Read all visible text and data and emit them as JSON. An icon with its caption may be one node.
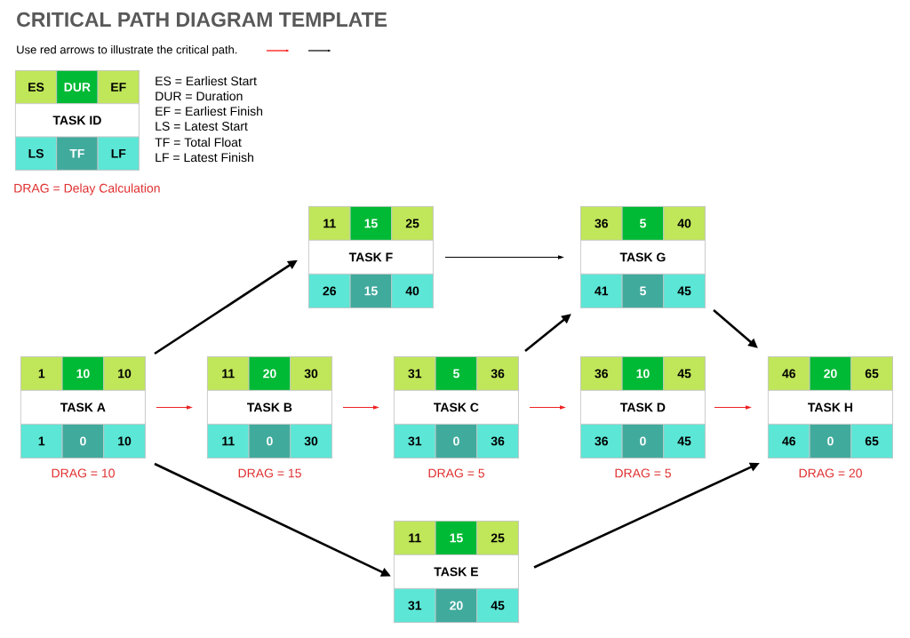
{
  "diagram": {
    "title": "CRITICAL PATH DIAGRAM TEMPLATE",
    "nodes": [
      {
        "text": [
          "ES",
          "DUR",
          "EF",
          "TASK ID",
          "LS",
          "TF",
          "LF"
        ]
      },
      {
        "text": [
          "11",
          "15",
          "25",
          "TASK F",
          "26",
          "15",
          "40"
        ]
      },
      {
        "text": [
          "36",
          "5",
          "40",
          "TASK G",
          "41",
          "5",
          "45"
        ]
      },
      {
        "text": [
          "1",
          "10",
          "10",
          "TASK A",
          "1",
          "0",
          "10"
        ],
        "beside": [
          "DRAG = 10"
        ]
      },
      {
        "text": [
          "11",
          "20",
          "30",
          "TASK B",
          "11",
          "0",
          "30"
        ],
        "beside": [
          "DRAG = 15"
        ]
      },
      {
        "text": [
          "31",
          "5",
          "36",
          "TASK C",
          "31",
          "0",
          "36"
        ],
        "beside": [
          "DRAG = 5"
        ]
      },
      {
        "text": [
          "36",
          "10",
          "45",
          "TASK D",
          "36",
          "0",
          "45"
        ],
        "beside": [
          "DRAG = 5"
        ]
      },
      {
        "text": [
          "46",
          "20",
          "65",
          "TASK H",
          "46",
          "0",
          "65"
        ],
        "beside": [
          "DRAG = 20"
        ]
      },
      {
        "text": [
          "11",
          "15",
          "25",
          "TASK E",
          "31",
          "20",
          "45"
        ]
      }
    ],
    "edges": [
      {
        "from": 3,
        "to": 1,
        "arrow": "to",
        "style": "thick"
      },
      {
        "from": 3,
        "to": 4,
        "arrow": "to",
        "color": "#ee2222"
      },
      {
        "from": 3,
        "to": 8,
        "arrow": "to",
        "style": "thick"
      },
      {
        "from": 4,
        "to": 5,
        "arrow": "to",
        "color": "#ee2222"
      },
      {
        "from": 5,
        "to": 2,
        "arrow": "to",
        "style": "thick"
      },
      {
        "from": 5,
        "to": 6,
        "arrow": "to",
        "color": "#ee2222"
      },
      {
        "from": 1,
        "to": 2,
        "arrow": "to"
      },
      {
        "from": 2,
        "to": 7,
        "arrow": "to",
        "style": "thick"
      },
      {
        "from": 6,
        "to": 7,
        "arrow": "to",
        "color": "#ee2222"
      },
      {
        "from": 8,
        "to": 7,
        "arrow": "to",
        "style": "thick"
      }
    ],
    "labels": [
      "Use red arrows to illustrate the critical path.",
      "ES = Earliest Start",
      "DUR = Duration",
      "EF = Earliest Finish",
      "LS = Latest Start",
      "TF = Total Float",
      "LF = Latest Finish",
      "DRAG = Delay Calculation"
    ]
  }
}
